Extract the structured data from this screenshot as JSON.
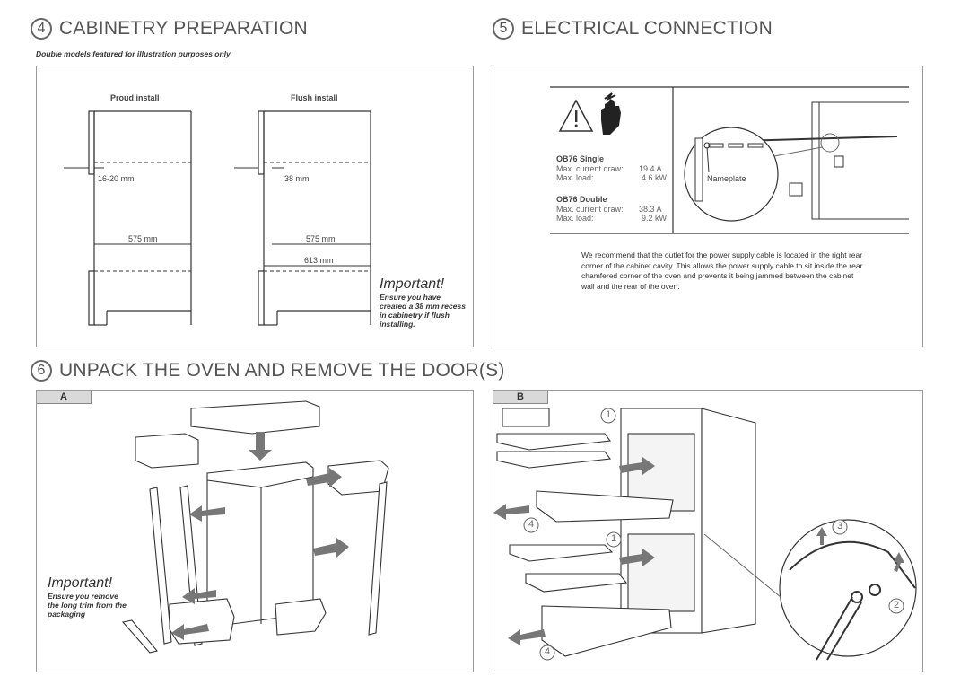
{
  "sections": {
    "cabinetry": {
      "number": "4",
      "title": "CABINETRY PREPARATION",
      "subtitle": "Double models featured for illustration purposes only"
    },
    "electrical": {
      "number": "5",
      "title": "ELECTRICAL CONNECTION"
    },
    "unpack": {
      "number": "6",
      "title": "UNPACK THE OVEN AND REMOVE THE DOOR(S)"
    }
  },
  "cabinetry": {
    "proud_label": "Proud install",
    "flush_label": "Flush install",
    "proud_recess": "16-20 mm",
    "flush_recess": "38 mm",
    "proud_width": "575 mm",
    "flush_width": "575 mm",
    "flush_total": "613 mm",
    "important_title": "Important!",
    "important_text": "Ensure you have created a 38 mm recess in cabinetry if flush installing."
  },
  "electrical": {
    "single_title": "OB76 Single",
    "single_current_label": "Max. current draw:",
    "single_current_value": "19.4 A",
    "single_load_label": "Max. load:",
    "single_load_value": "4.6 kW",
    "double_title": "OB76 Double",
    "double_current_label": "Max. current draw:",
    "double_current_value": "38.3 A",
    "double_load_label": "Max. load:",
    "double_load_value": "9.2 kW",
    "nameplate_label": "Nameplate",
    "recommendation": "We recommend that the outlet for the power supply cable is located in the right rear corner of the cabinet cavity. This allows the power supply cable to sit inside the rear chamfered corner of the oven and prevents it being jammed between the cabinet wall and the rear of the oven."
  },
  "unpack": {
    "panel_a_tag": "A",
    "panel_b_tag": "B",
    "important_title": "Important!",
    "important_text": "Ensure you remove the long trim from the packaging",
    "step1a": "1",
    "step1b": "1",
    "step2": "2",
    "step3": "3",
    "step4a": "4",
    "step4b": "4"
  }
}
